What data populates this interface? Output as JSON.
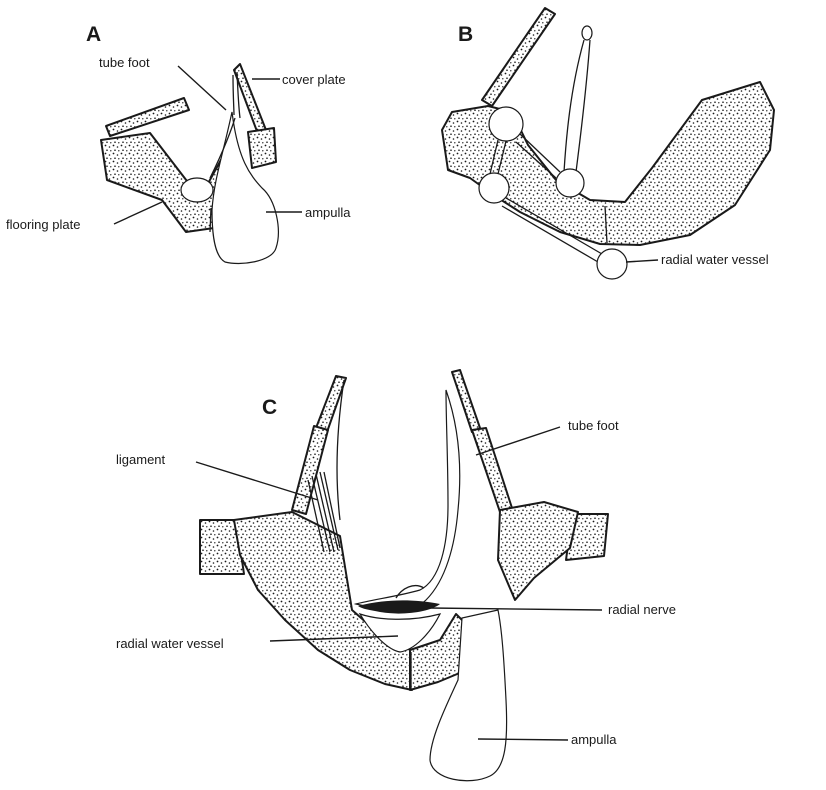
{
  "panels": {
    "a": "A",
    "b": "B",
    "c": "C"
  },
  "labels": {
    "a_tube_foot": "tube foot",
    "a_cover_plate": "cover plate",
    "a_ampulla": "ampulla",
    "a_flooring_plate": "flooring plate",
    "b_radial_water_vessel": "radial water vessel",
    "c_tube_foot": "tube foot",
    "c_ligament": "ligament",
    "c_radial_nerve": "radial nerve",
    "c_radial_water_vessel": "radial water vessel",
    "c_ampulla": "ampulla"
  }
}
